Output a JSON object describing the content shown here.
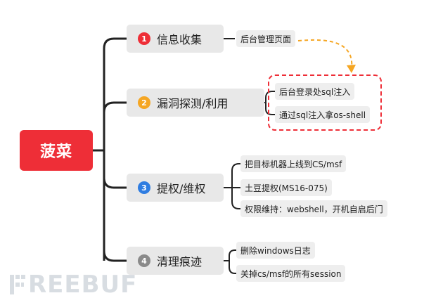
{
  "root": {
    "label": "菠菜",
    "color": "#ee2e37"
  },
  "branches": [
    {
      "number": "1",
      "label": "信息收集",
      "badge_color": "#ee2e37",
      "children": [
        "后台管理页面"
      ]
    },
    {
      "number": "2",
      "label": "漏洞探测/利用",
      "badge_color": "#f5a623",
      "children": [
        "后台登录处sql注入",
        "通过sql注入拿os-shell"
      ]
    },
    {
      "number": "3",
      "label": "提权/维权",
      "badge_color": "#2f7de1",
      "children": [
        "把目标机器上线到CS/msf",
        "土豆提权(MS16-075)",
        "权限维持：webshell，开机自启后门"
      ]
    },
    {
      "number": "4",
      "label": "清理痕迹",
      "badge_color": "#8a8a8a",
      "children": [
        "删除windows日志",
        "关掉cs/msf的所有session"
      ]
    }
  ],
  "colors": {
    "connector": "#222222",
    "highlight_border": "#ee2e37",
    "arrow": "#f5a623",
    "watermark": "#d8dde2"
  },
  "watermark": {
    "text": "REEBUF"
  }
}
